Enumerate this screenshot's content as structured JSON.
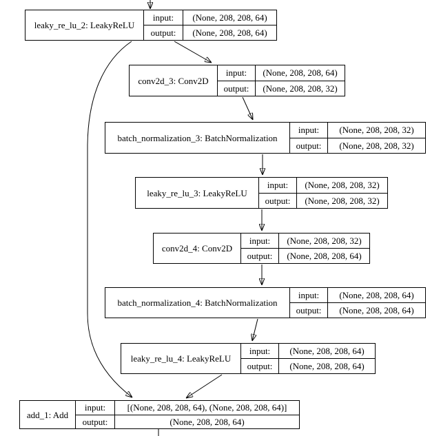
{
  "diagram": {
    "type": "keras-model-plot",
    "background": "#ffffff",
    "stroke_color": "#000000",
    "labels": {
      "input": "input:",
      "output": "output:"
    },
    "nodes": [
      {
        "id": "leaky_re_lu_2",
        "label": "leaky_re_lu_2: LeakyReLU",
        "input": "(None, 208, 208, 64)",
        "output": "(None, 208, 208, 64)"
      },
      {
        "id": "conv2d_3",
        "label": "conv2d_3: Conv2D",
        "input": "(None, 208, 208, 64)",
        "output": "(None, 208, 208, 32)"
      },
      {
        "id": "batch_normalization_3",
        "label": "batch_normalization_3: BatchNormalization",
        "input": "(None, 208, 208, 32)",
        "output": "(None, 208, 208, 32)"
      },
      {
        "id": "leaky_re_lu_3",
        "label": "leaky_re_lu_3: LeakyReLU",
        "input": "(None, 208, 208, 32)",
        "output": "(None, 208, 208, 32)"
      },
      {
        "id": "conv2d_4",
        "label": "conv2d_4: Conv2D",
        "input": "(None, 208, 208, 32)",
        "output": "(None, 208, 208, 64)"
      },
      {
        "id": "batch_normalization_4",
        "label": "batch_normalization_4: BatchNormalization",
        "input": "(None, 208, 208, 64)",
        "output": "(None, 208, 208, 64)"
      },
      {
        "id": "leaky_re_lu_4",
        "label": "leaky_re_lu_4: LeakyReLU",
        "input": "(None, 208, 208, 64)",
        "output": "(None, 208, 208, 64)"
      },
      {
        "id": "add_1",
        "label": "add_1: Add",
        "input": "[(None, 208, 208, 64), (None, 208, 208, 64)]",
        "output": "(None, 208, 208, 64)"
      }
    ],
    "edges": [
      {
        "from": "(offscreen-above)",
        "to": "leaky_re_lu_2"
      },
      {
        "from": "leaky_re_lu_2",
        "to": "conv2d_3"
      },
      {
        "from": "leaky_re_lu_2",
        "to": "add_1"
      },
      {
        "from": "conv2d_3",
        "to": "batch_normalization_3"
      },
      {
        "from": "batch_normalization_3",
        "to": "leaky_re_lu_3"
      },
      {
        "from": "leaky_re_lu_3",
        "to": "conv2d_4"
      },
      {
        "from": "conv2d_4",
        "to": "batch_normalization_4"
      },
      {
        "from": "batch_normalization_4",
        "to": "leaky_re_lu_4"
      },
      {
        "from": "leaky_re_lu_4",
        "to": "add_1"
      },
      {
        "from": "add_1",
        "to": "(offscreen-below)"
      }
    ]
  }
}
